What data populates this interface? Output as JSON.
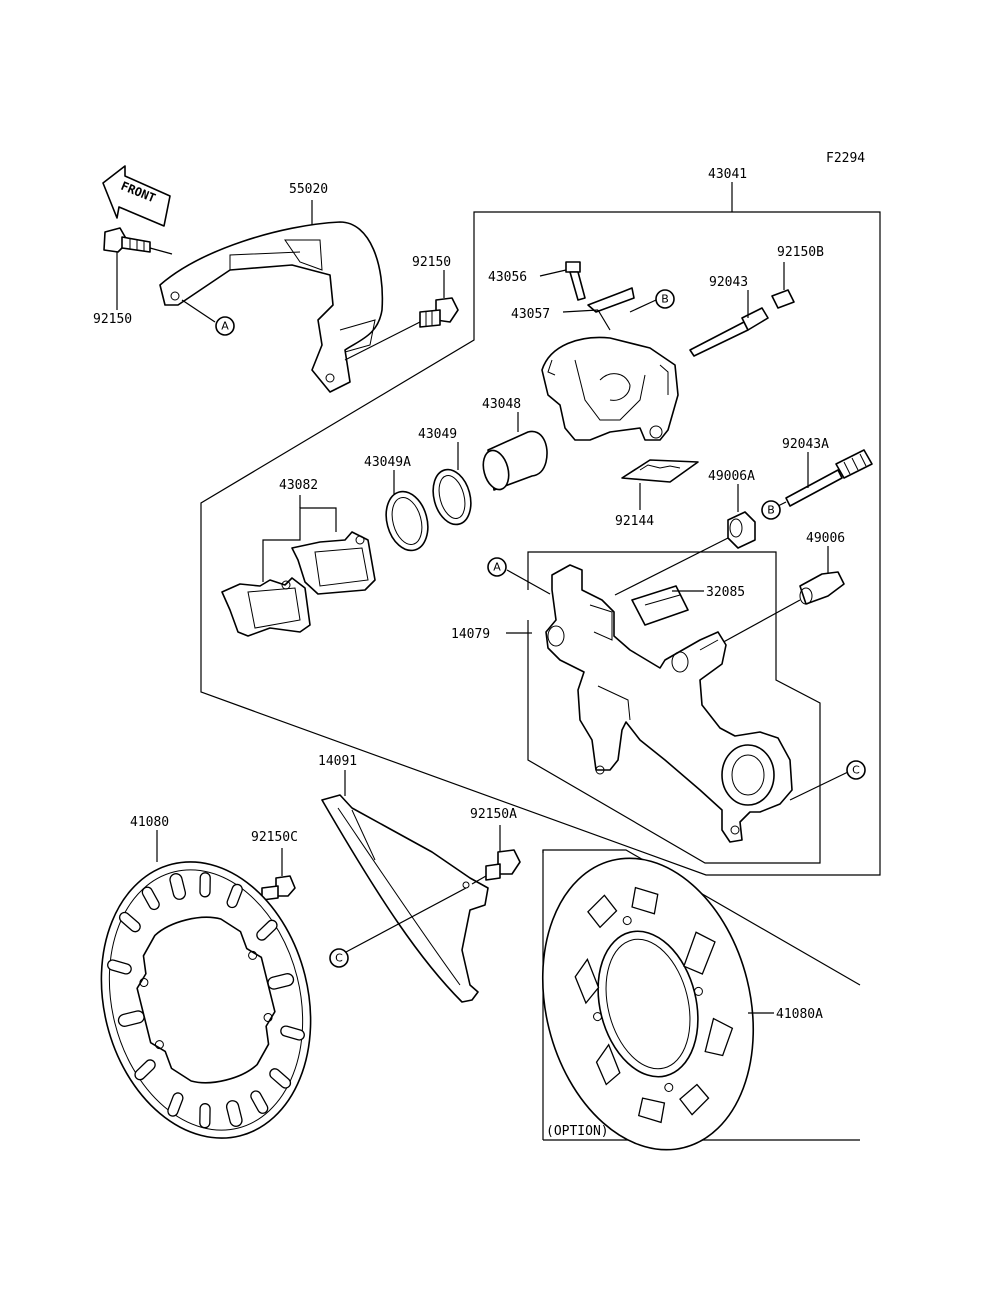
{
  "figure_code": "F2294",
  "front_label": "FRONT",
  "option_label": "(OPTION)",
  "callout_letters": {
    "a": "A",
    "b": "B",
    "c": "C"
  },
  "parts": {
    "p55020": "55020",
    "p43041": "43041",
    "p92150_left": "92150",
    "p92150_right": "92150",
    "p43056": "43056",
    "p43057": "43057",
    "p92150B": "92150B",
    "p92043": "92043",
    "p43048": "43048",
    "p43049": "43049",
    "p43049A": "43049A",
    "p43082": "43082",
    "p92043A": "92043A",
    "p49006A": "49006A",
    "p92144": "92144",
    "p49006": "49006",
    "p32085": "32085",
    "p14079": "14079",
    "p14091": "14091",
    "p41080": "41080",
    "p92150C": "92150C",
    "p92150A": "92150A",
    "p41080A": "41080A"
  }
}
